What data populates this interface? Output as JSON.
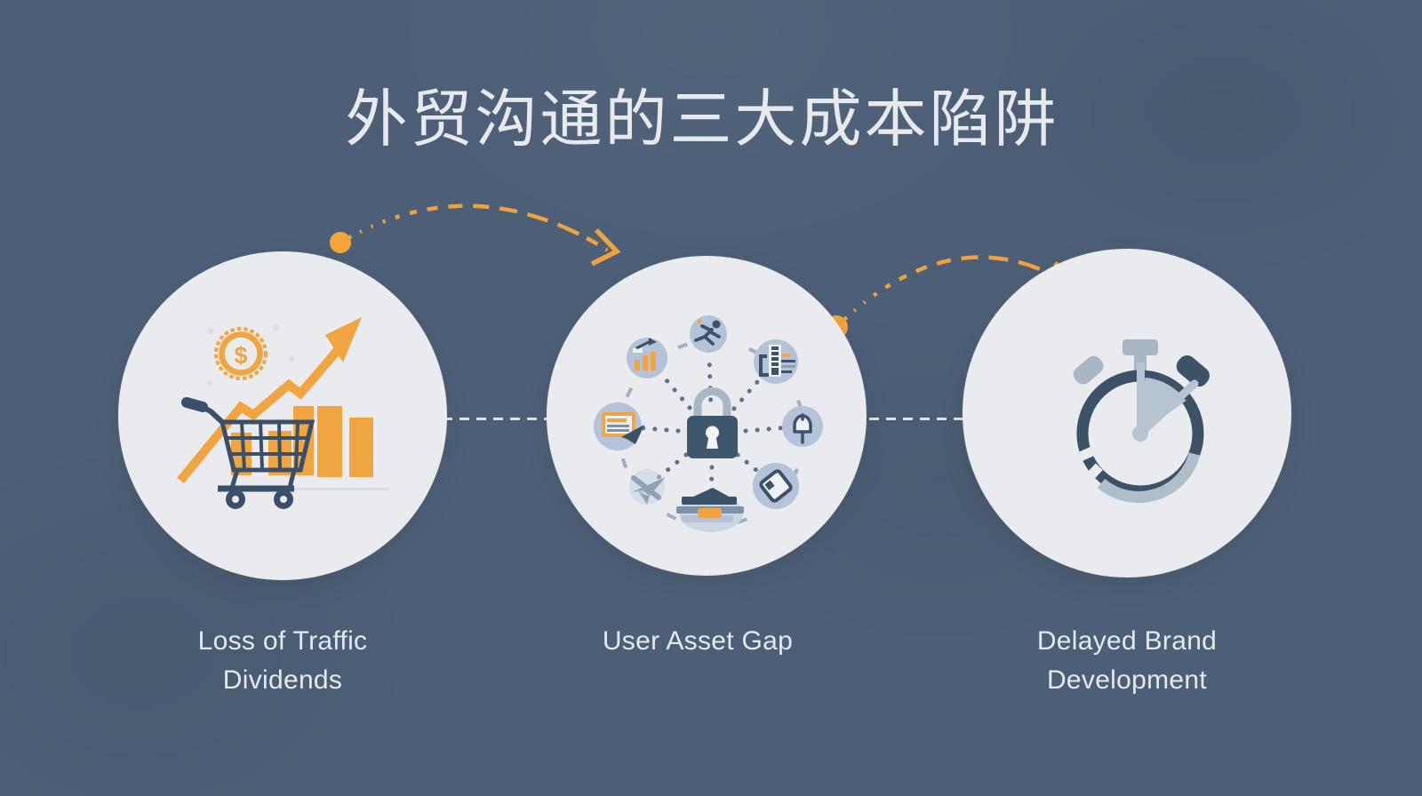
{
  "title": "外贸沟通的三大成本陷阱",
  "nodes": [
    {
      "label": "Loss of Traffic Dividends",
      "icon": "shopping-cart-growth",
      "coin_symbol": "$",
      "icon_elements": [
        "dollar-coin",
        "growth-arrow",
        "bar-chart",
        "shopping-cart"
      ]
    },
    {
      "label": "User Asset Gap",
      "icon": "padlock-network",
      "icon_elements": [
        "padlock",
        "running-person",
        "mini-bar-chart",
        "report-document",
        "invoice-document",
        "bell",
        "paper-airplane",
        "price-tag",
        "wallet-cards"
      ]
    },
    {
      "label": "Delayed Brand Development",
      "icon": "stopwatch",
      "icon_elements": [
        "stopwatch-ring",
        "winder-button",
        "side-buttons",
        "elapsed-time-wedge"
      ]
    }
  ],
  "flow": {
    "arrow_1": "from node 1 to node 2",
    "arrow_2": "from node 2 to node 3",
    "style": "dashed orange arc with start dot and arrowhead",
    "between_circles": "white horizontal dashed line"
  },
  "colors": {
    "background": "#4c5f76",
    "circle_fill": "#e9ebee",
    "accent_orange": "#f0a541",
    "dark_slate": "#3c5268",
    "light_slate": "#aab8c6",
    "satellite_blue": "#b4c3d9",
    "text": "#e3e9ef"
  }
}
